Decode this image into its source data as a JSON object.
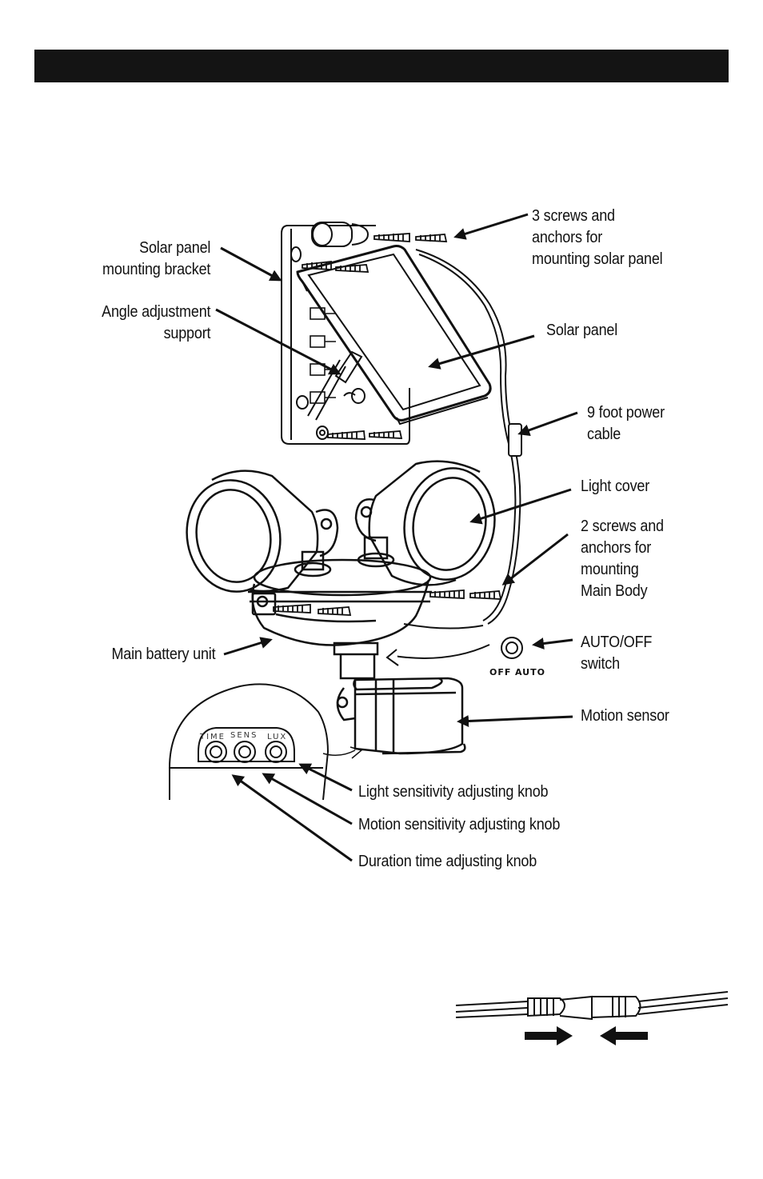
{
  "header": {
    "title": ""
  },
  "labels": {
    "solar_bracket": "Solar panel\nmounting bracket",
    "angle_support": "Angle adjustment\nsupport",
    "screws_solar": "3 screws and\nanchors for\nmounting solar panel",
    "solar_panel": "Solar panel",
    "power_cable": "9 foot power\ncable",
    "light_cover": "Light cover",
    "screws_main": "2 screws and\nanchors for\nmounting\nMain Body",
    "main_battery": "Main battery unit",
    "auto_off": "AUTO/OFF\nswitch",
    "motion_sensor": "Motion sensor",
    "light_knob": "Light sensitivity adjusting knob",
    "motion_knob": "Motion sensitivity adjusting knob",
    "duration_knob": "Duration time adjusting knob"
  },
  "switch_text": {
    "off": "OFF",
    "auto": "AUTO"
  },
  "knob_text": {
    "time": "TIME",
    "sens": "SENS",
    "lux": "LUX"
  },
  "colors": {
    "ink": "#111111",
    "header": "#141414",
    "paper": "#ffffff"
  }
}
